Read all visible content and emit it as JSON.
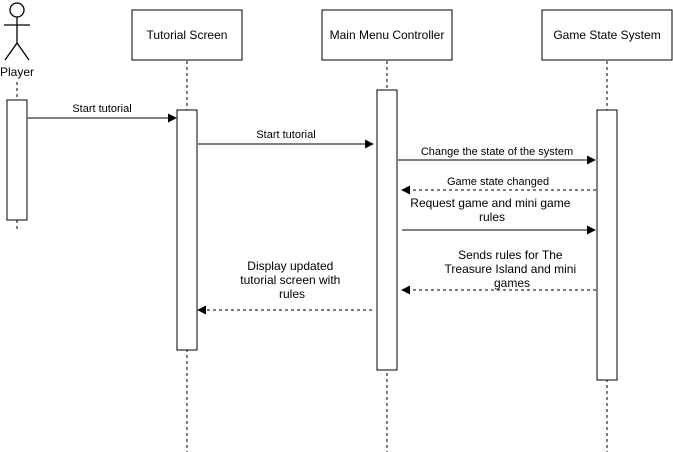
{
  "participants": {
    "player": {
      "label": "Player"
    },
    "tutorial_screen": {
      "label": "Tutorial Screen"
    },
    "main_menu_controller": {
      "label": "Main Menu Controller"
    },
    "game_state_system": {
      "label": "Game State System"
    }
  },
  "messages": {
    "m1": {
      "lines": [
        "Start tutorial"
      ],
      "style": "solid"
    },
    "m2": {
      "lines": [
        "Start tutorial"
      ],
      "style": "solid"
    },
    "m3": {
      "lines": [
        "Change the state of the system"
      ],
      "style": "solid"
    },
    "m4": {
      "lines": [
        "Game state changed"
      ],
      "style": "dashed"
    },
    "m5": {
      "lines": [
        "Request  game and mini game",
        "rules"
      ],
      "style": "solid"
    },
    "m6": {
      "lines": [
        "Sends rules for The",
        "Treasure Island and mini",
        "games"
      ],
      "style": "dashed"
    },
    "m7": {
      "lines": [
        "Display updated",
        "tutorial screen with",
        "rules"
      ],
      "style": "dashed"
    }
  },
  "colors": {
    "stroke": "#000000",
    "fill": "#ffffff",
    "text": "#000000"
  }
}
